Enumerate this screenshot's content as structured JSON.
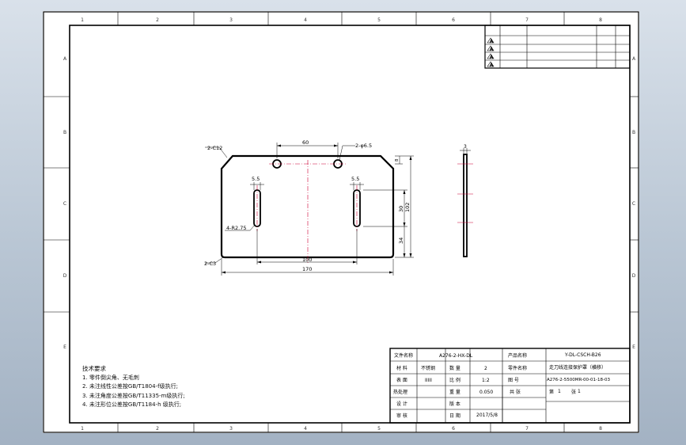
{
  "sheet_border": {
    "columns": [
      "1",
      "2",
      "3",
      "4",
      "5",
      "6",
      "7",
      "8"
    ],
    "rows": [
      "A",
      "B",
      "C",
      "D",
      "E"
    ]
  },
  "revision_table": {
    "rows": [
      "A",
      "A",
      "A",
      "A"
    ]
  },
  "dimensions": {
    "chamfer_top": "2-C12",
    "hole_spacing": "60",
    "hole_callout": "2-φ6.5",
    "slot_width_left": "5.5",
    "slot_width_right": "5.5",
    "slot_radius": "4-R2.75",
    "corner_bottom": "2-C3",
    "slot_spacing": "100",
    "overall_width": "170",
    "dim_top_small": "8",
    "slot_length": "30",
    "overall_height": "102",
    "slot_bottom_offset": "34",
    "thickness": "3"
  },
  "technical_requirements": {
    "heading": "技术要求",
    "items": [
      "1. 零件倒尖角、无毛刺",
      "2. 未注线性公差按GB/T1804-f级执行;",
      "3. 未注角度公差按GB/T11335-m级执行;",
      "4. 未注形位公差按GB/T1184-h 级执行;"
    ]
  },
  "title_block": {
    "r1_label1": "文件名称",
    "r1_value1": "A276-2-HX-DL",
    "r1_label2": "产品名称",
    "r1_value2": "Y-DL-CSCH-B26",
    "r2_label1": "材  料",
    "r2_value1": "不锈钢",
    "r2_label2": "数  量",
    "r2_value2": "2",
    "r2_label3": "零件名称",
    "r2_value3": "走刀线连接保护罩（横移）",
    "r3_label1": "表  面",
    "r3_value1": "IIIII",
    "r3_label2": "比  例",
    "r3_value2": "1:2",
    "r3_label3": "图  号",
    "r3_value3": "A276-2-5500MR-00-01-18-03",
    "r4_label1": "热处理",
    "r4_label2": "重  量",
    "r4_value2": "0.050",
    "r4_label3": "共  张",
    "r4_page_no": "1",
    "r4_label4": "第",
    "r4_page_total": "1",
    "r4_label5": "张",
    "r5_label1": "设  计",
    "r5_label2": "版  本",
    "r6_label1": "审  核",
    "r6_label2": "日  期",
    "r6_value2": "2017/5/8"
  }
}
